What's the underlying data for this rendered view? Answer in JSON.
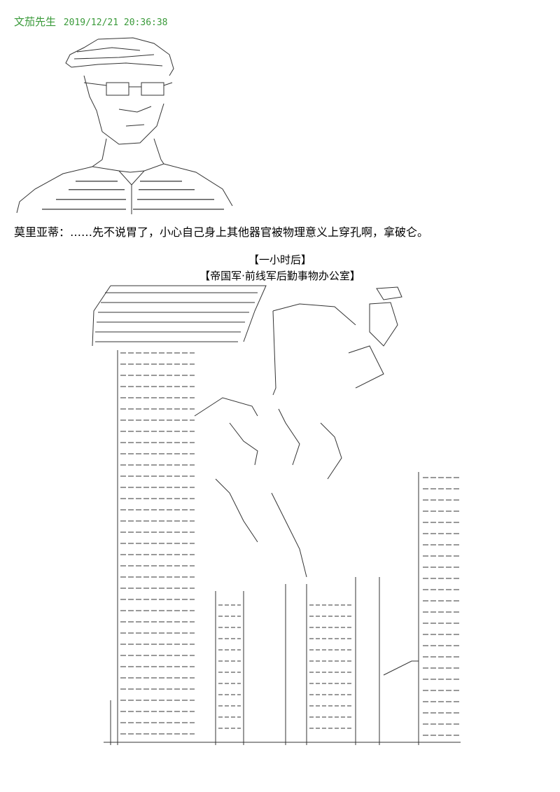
{
  "post": {
    "author": "文茄先生",
    "timestamp": "2019/12/21 20:36:38"
  },
  "dialogue": {
    "speaker": "莫里亚蒂",
    "separator": "：",
    "text": "……先不说胃了，小心自己身上其他器官被物理意义上穿孔啊，拿破仑。"
  },
  "scene": {
    "time_caption": "【一小时后】",
    "place_caption": "【帝国军·前线军后勤事物办公室】"
  },
  "art": {
    "figure_icon": "ascii-art-man-with-glasses",
    "building_icon": "ascii-art-office-building-with-figures",
    "ink_color": "#333333",
    "header_color": "#3a9a3a"
  }
}
